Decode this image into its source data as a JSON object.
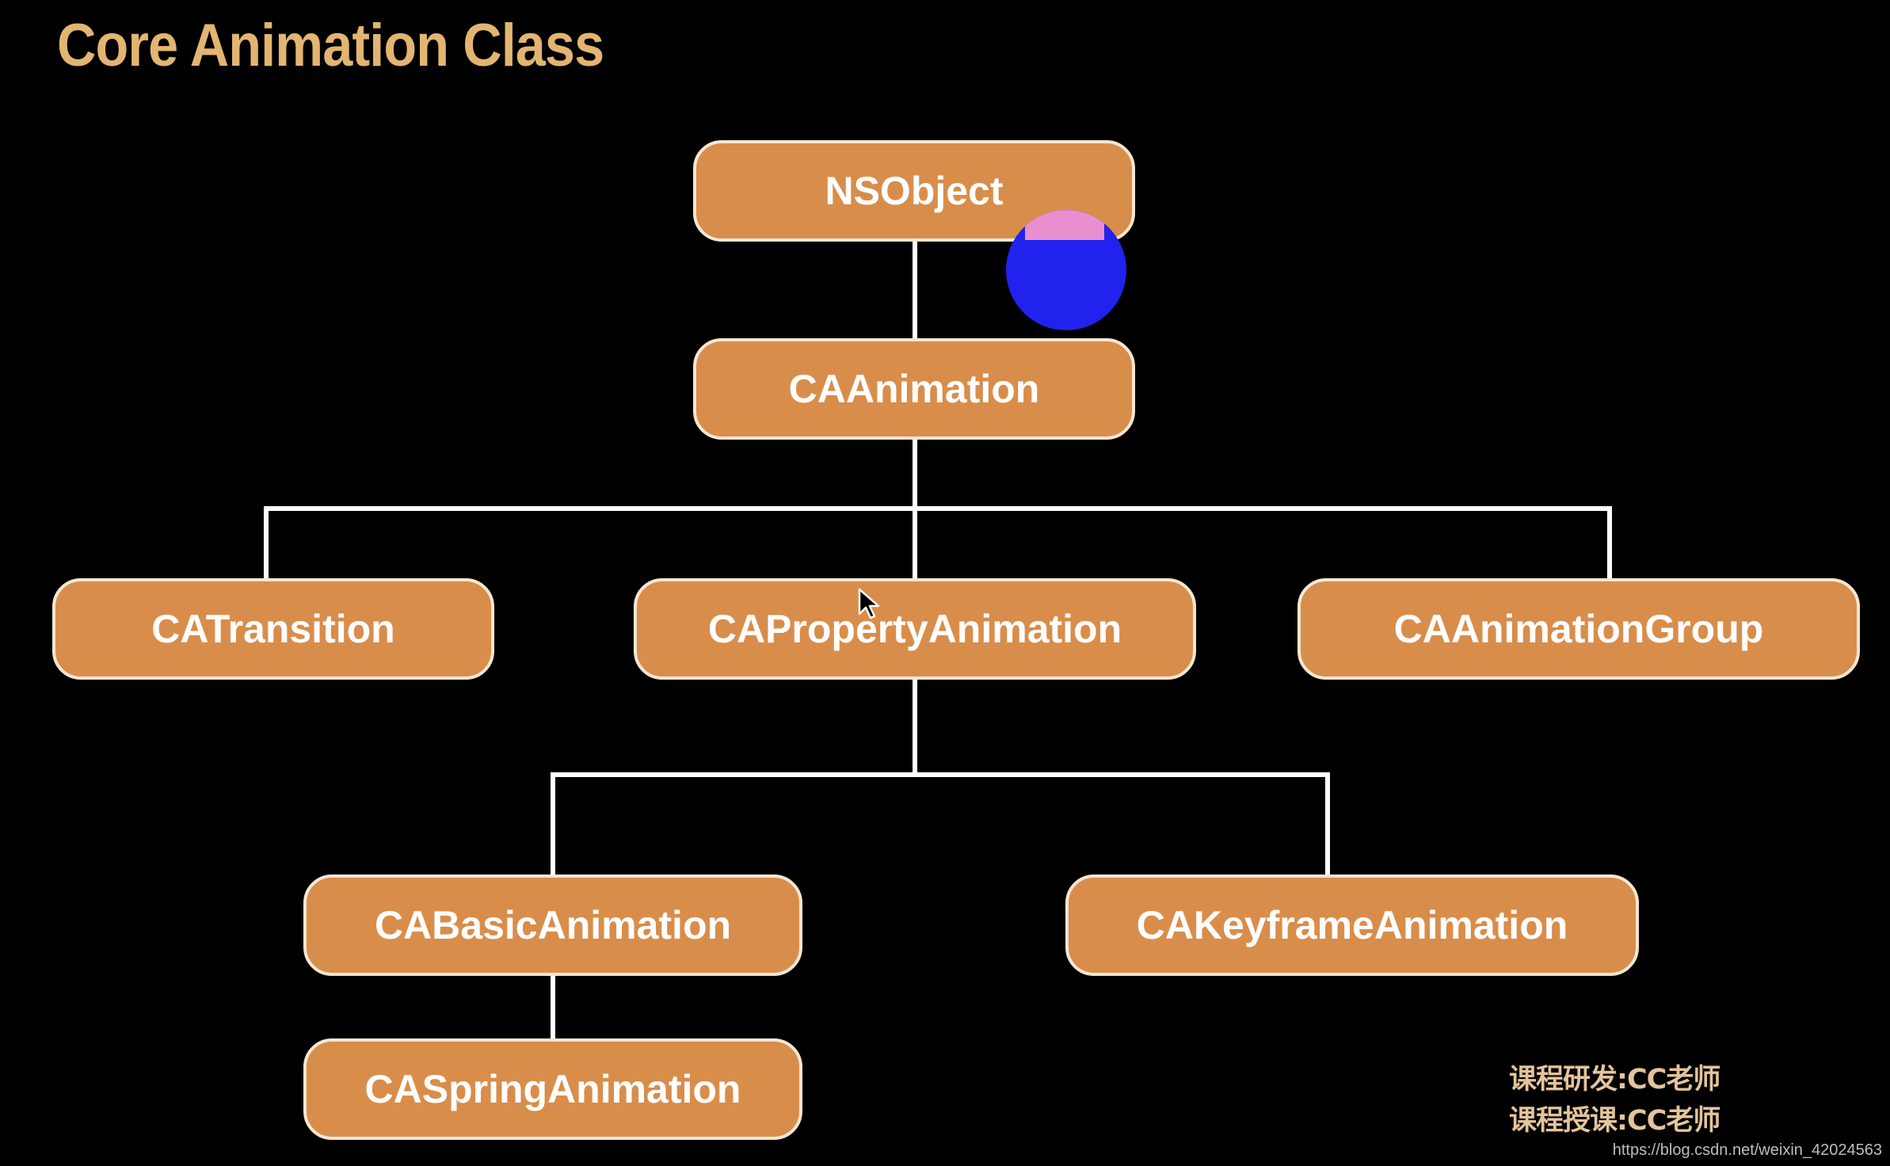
{
  "title": "Core Animation Class",
  "nodes": {
    "nsobject": "NSObject",
    "caanimation": "CAAnimation",
    "catransition": "CATransition",
    "capropertyanimation": "CAPropertyAnimation",
    "caanimationgroup": "CAAnimationGroup",
    "cabasicanimation": "CABasicAnimation",
    "cakeyframeanimation": "CAKeyframeAnimation",
    "caspringanimation": "CASpringAnimation"
  },
  "hierarchy": [
    {
      "parent": "NSObject",
      "child": "CAAnimation"
    },
    {
      "parent": "CAAnimation",
      "child": "CATransition"
    },
    {
      "parent": "CAAnimation",
      "child": "CAPropertyAnimation"
    },
    {
      "parent": "CAAnimation",
      "child": "CAAnimationGroup"
    },
    {
      "parent": "CAPropertyAnimation",
      "child": "CABasicAnimation"
    },
    {
      "parent": "CAPropertyAnimation",
      "child": "CAKeyframeAnimation"
    },
    {
      "parent": "CABasicAnimation",
      "child": "CASpringAnimation"
    }
  ],
  "credits": {
    "line1": "课程研发:CC老师",
    "line2": "课程授课:CC老师"
  },
  "watermark": "https://blog.csdn.net/weixin_42024563",
  "colors": {
    "background": "#000000",
    "node_fill": "#d98d4b",
    "node_border": "#f6e6d2",
    "connector": "#ffffff",
    "title": "#e2b571",
    "credit": "#e4c49a",
    "watermark": "#bdbdbd",
    "touch_circle": "#2222ee",
    "touch_circle_highlight": "#e98fd0"
  },
  "icons": {
    "touch_indicator": "touch-indicator-icon",
    "cursor": "cursor-arrow-icon"
  }
}
